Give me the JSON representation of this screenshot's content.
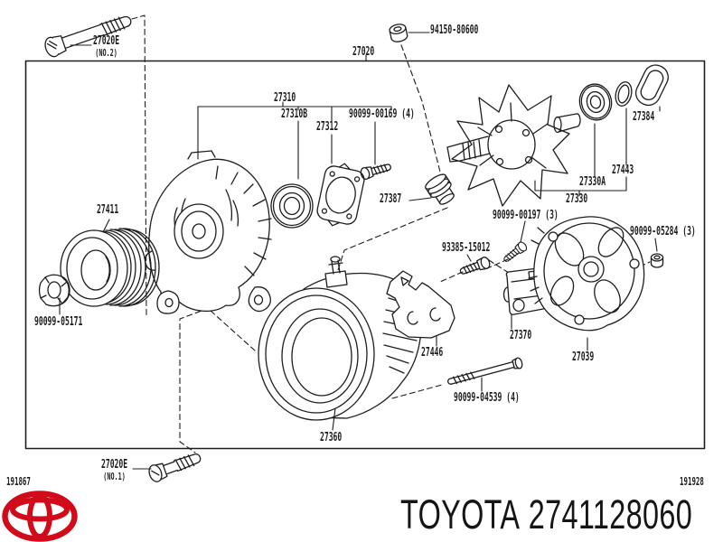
{
  "colors": {
    "ink": "#1d1d1d",
    "logo_red": "#d20b1b"
  },
  "diagram": {
    "labels": {
      "bolt_no2": {
        "part": "27020E",
        "note": "(NO.2)"
      },
      "terminal_nut": {
        "part": "94150-80600"
      },
      "assembly": {
        "part": "27020"
      },
      "front_bracket": {
        "part": "27310"
      },
      "front_bearing": {
        "part": "27310B"
      },
      "retainer_bolt": {
        "part": "90099-00169 (4)"
      },
      "bearing_retainer": {
        "part": "27312"
      },
      "terminal_cover": {
        "part": "27384"
      },
      "rotor_ring": {
        "part": "27443"
      },
      "rear_bearing": {
        "part": "27330A"
      },
      "rotor": {
        "part": "27330"
      },
      "pulley": {
        "part": "27411"
      },
      "pulley_nut": {
        "part": "90099-05171"
      },
      "slip_ring": {
        "part": "27387"
      },
      "stud_bolt": {
        "part": "93385-15012"
      },
      "rectifier_bolt": {
        "part": "90099-00197 (3)"
      },
      "rear_cover_nut": {
        "part": "90099-05284 (3)"
      },
      "brush_holder": {
        "part": "27370"
      },
      "rear_end_cover": {
        "part": "27039"
      },
      "wire_bracket": {
        "part": "27446"
      },
      "through_bolt": {
        "part": "90099-04539 (4)"
      },
      "stator": {
        "part": "27360"
      },
      "bolt_no1": {
        "part": "27020E",
        "note": "(NO.1)"
      },
      "ref_left": {
        "part": "191867"
      },
      "ref_right": {
        "part": "191928"
      }
    }
  },
  "footer": {
    "brand": "TOYOTA",
    "part_number": "2741128060"
  }
}
